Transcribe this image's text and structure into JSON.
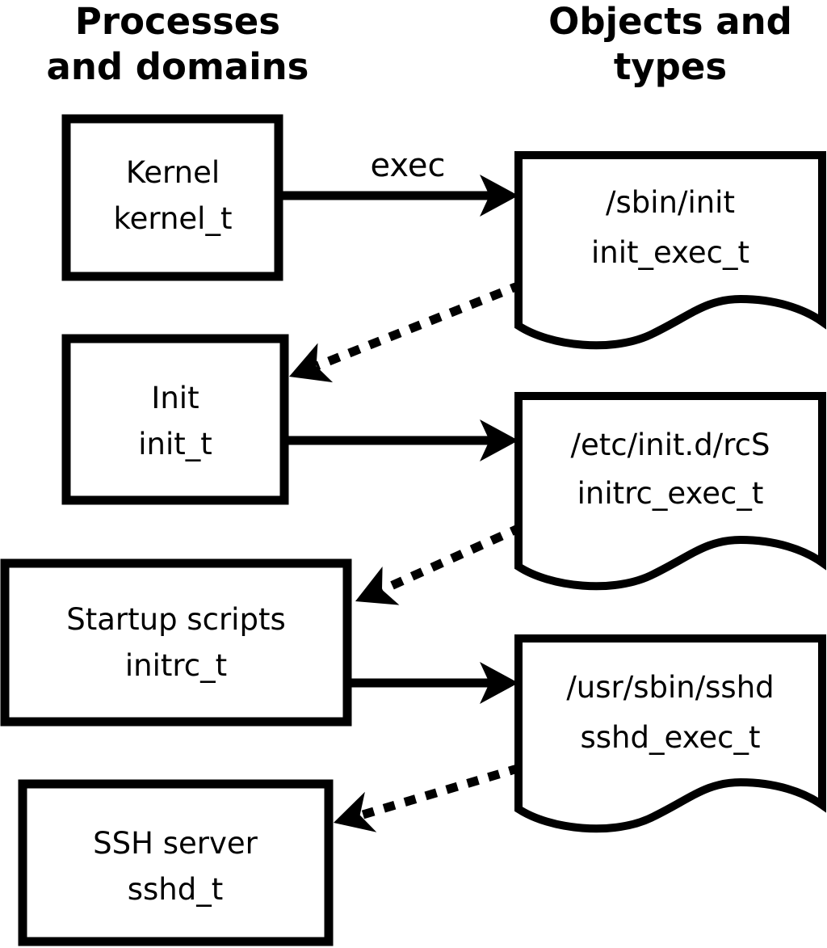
{
  "headers": {
    "left": {
      "line1": "Processes",
      "line2": "and domains"
    },
    "right": {
      "line1": "Objects and",
      "line2": "types"
    }
  },
  "nodes": {
    "processes": [
      {
        "label": "Kernel",
        "type": "kernel_t"
      },
      {
        "label": "Init",
        "type": "init_t"
      },
      {
        "label": "Startup scripts",
        "type": "initrc_t"
      },
      {
        "label": "SSH server",
        "type": "sshd_t"
      }
    ],
    "objects": [
      {
        "path": "/sbin/init",
        "type": "init_exec_t"
      },
      {
        "path": "/etc/init.d/rcS",
        "type": "initrc_exec_t"
      },
      {
        "path": "/usr/sbin/sshd",
        "type": "sshd_exec_t"
      }
    ]
  },
  "edge_labels": {
    "exec": "exec"
  },
  "edges": [
    {
      "from": "kernel_t",
      "to": "init_exec_t",
      "style": "solid",
      "label": "exec"
    },
    {
      "from": "init_exec_t",
      "to": "init_t",
      "style": "dotted",
      "label": ""
    },
    {
      "from": "init_t",
      "to": "initrc_exec_t",
      "style": "solid",
      "label": ""
    },
    {
      "from": "initrc_exec_t",
      "to": "initrc_t",
      "style": "dotted",
      "label": ""
    },
    {
      "from": "initrc_t",
      "to": "sshd_exec_t",
      "style": "solid",
      "label": ""
    },
    {
      "from": "sshd_exec_t",
      "to": "sshd_t",
      "style": "dotted",
      "label": ""
    }
  ],
  "colors": {
    "foreground": "#000000",
    "background": "#ffffff"
  }
}
